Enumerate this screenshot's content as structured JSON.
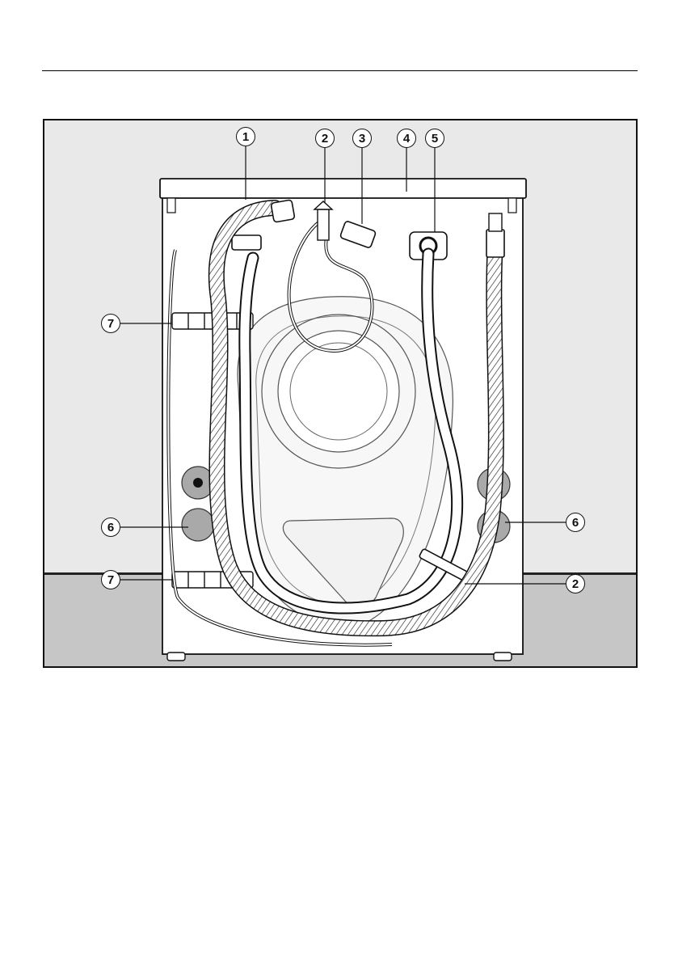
{
  "callouts": [
    {
      "id": "c1",
      "label": "1"
    },
    {
      "id": "c2a",
      "label": "2"
    },
    {
      "id": "c3",
      "label": "3"
    },
    {
      "id": "c4",
      "label": "4"
    },
    {
      "id": "c5",
      "label": "5"
    },
    {
      "id": "c7a",
      "label": "7"
    },
    {
      "id": "c6a",
      "label": "6"
    },
    {
      "id": "c6b",
      "label": "6"
    },
    {
      "id": "c7b",
      "label": "7"
    },
    {
      "id": "c2b",
      "label": "2"
    }
  ],
  "colors": {
    "line": "#111111",
    "machine": "#ffffff",
    "wall": "#e9e9e9",
    "floor": "#c6c6c6",
    "hose": "#ffffff",
    "cap": "#a9a9a9"
  }
}
